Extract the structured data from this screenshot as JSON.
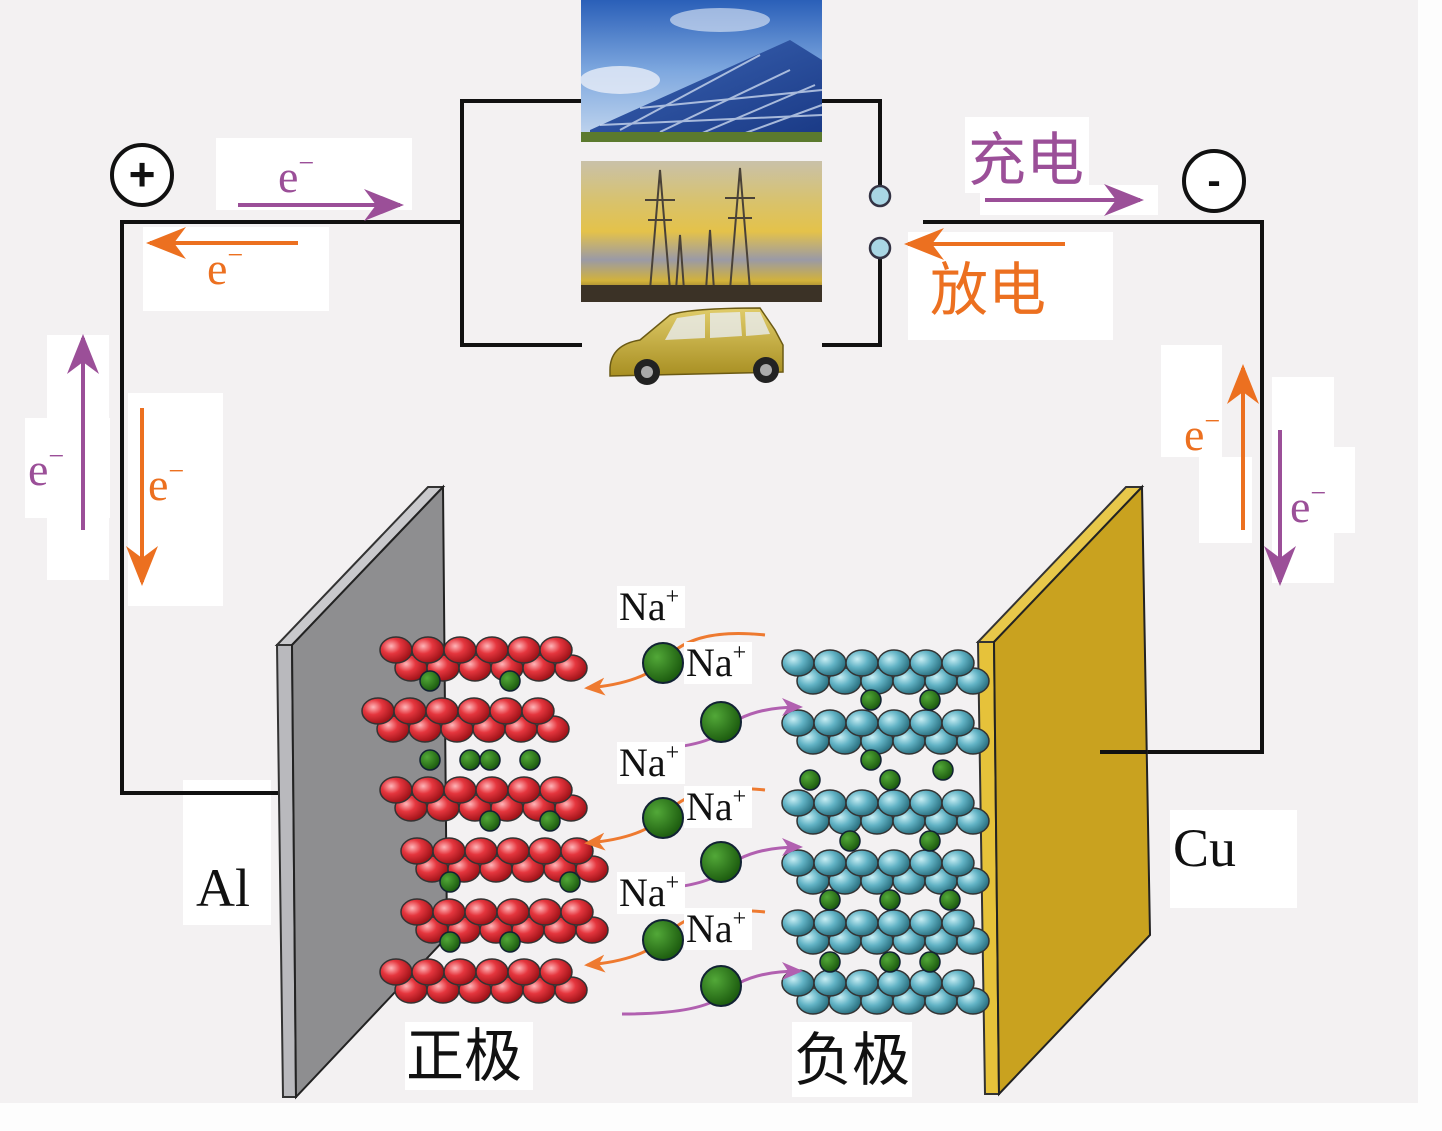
{
  "colors": {
    "background": "#f3f1f2",
    "charge": "#9b4f98",
    "discharge": "#ec7020",
    "wire": "#111111",
    "al_plate": "#8e8e90",
    "cu_plate": "#c9a21f",
    "cathode_atom": "#e0343c",
    "anode_atom": "#5fb0c2",
    "sodium": "#2e7d1e"
  },
  "terminals": {
    "positive": "+",
    "negative": "-"
  },
  "labels": {
    "electron": "e",
    "electron_sup": "−",
    "charge": "充电",
    "discharge": "放电",
    "al": "Al",
    "cu": "Cu",
    "cathode": "正极",
    "anode": "负极",
    "sodium_ion": "Na",
    "sodium_sup": "+"
  },
  "devices": [
    {
      "name": "solar-panels",
      "description": "solar panel photo"
    },
    {
      "name": "power-grid",
      "description": "power transmission towers photo"
    },
    {
      "name": "electric-car",
      "description": "yellow car"
    }
  ]
}
